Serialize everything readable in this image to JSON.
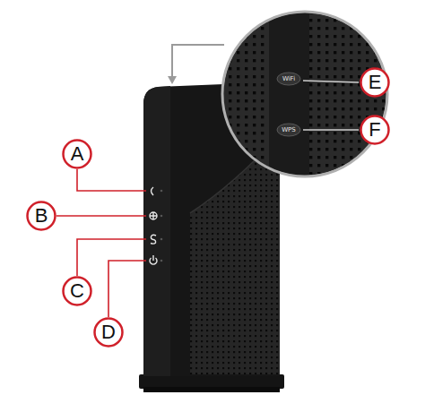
{
  "diagram": {
    "nodes": [
      {
        "text": [
          "A"
        ]
      },
      {
        "text": [
          "B"
        ]
      },
      {
        "text": [
          "C"
        ]
      },
      {
        "text": [
          "D"
        ]
      },
      {
        "text": [
          "E"
        ]
      },
      {
        "text": [
          "F"
        ]
      }
    ],
    "labels": [
      "WiFi",
      "WPS"
    ]
  }
}
